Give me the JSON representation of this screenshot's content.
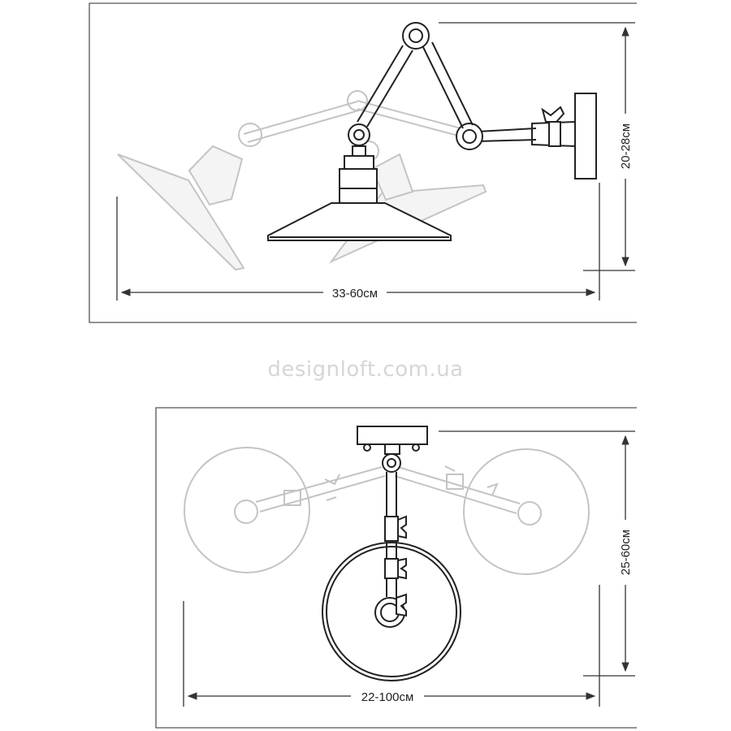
{
  "watermark": "designloft.com.ua",
  "side_view": {
    "width_label": "33-60см",
    "height_label": "20-28см"
  },
  "top_view": {
    "width_label": "22-100см",
    "height_label": "25-60см"
  },
  "colors": {
    "line": "#222222",
    "ghost": "#c4c4c4",
    "watermark": "#d6d6d6"
  }
}
